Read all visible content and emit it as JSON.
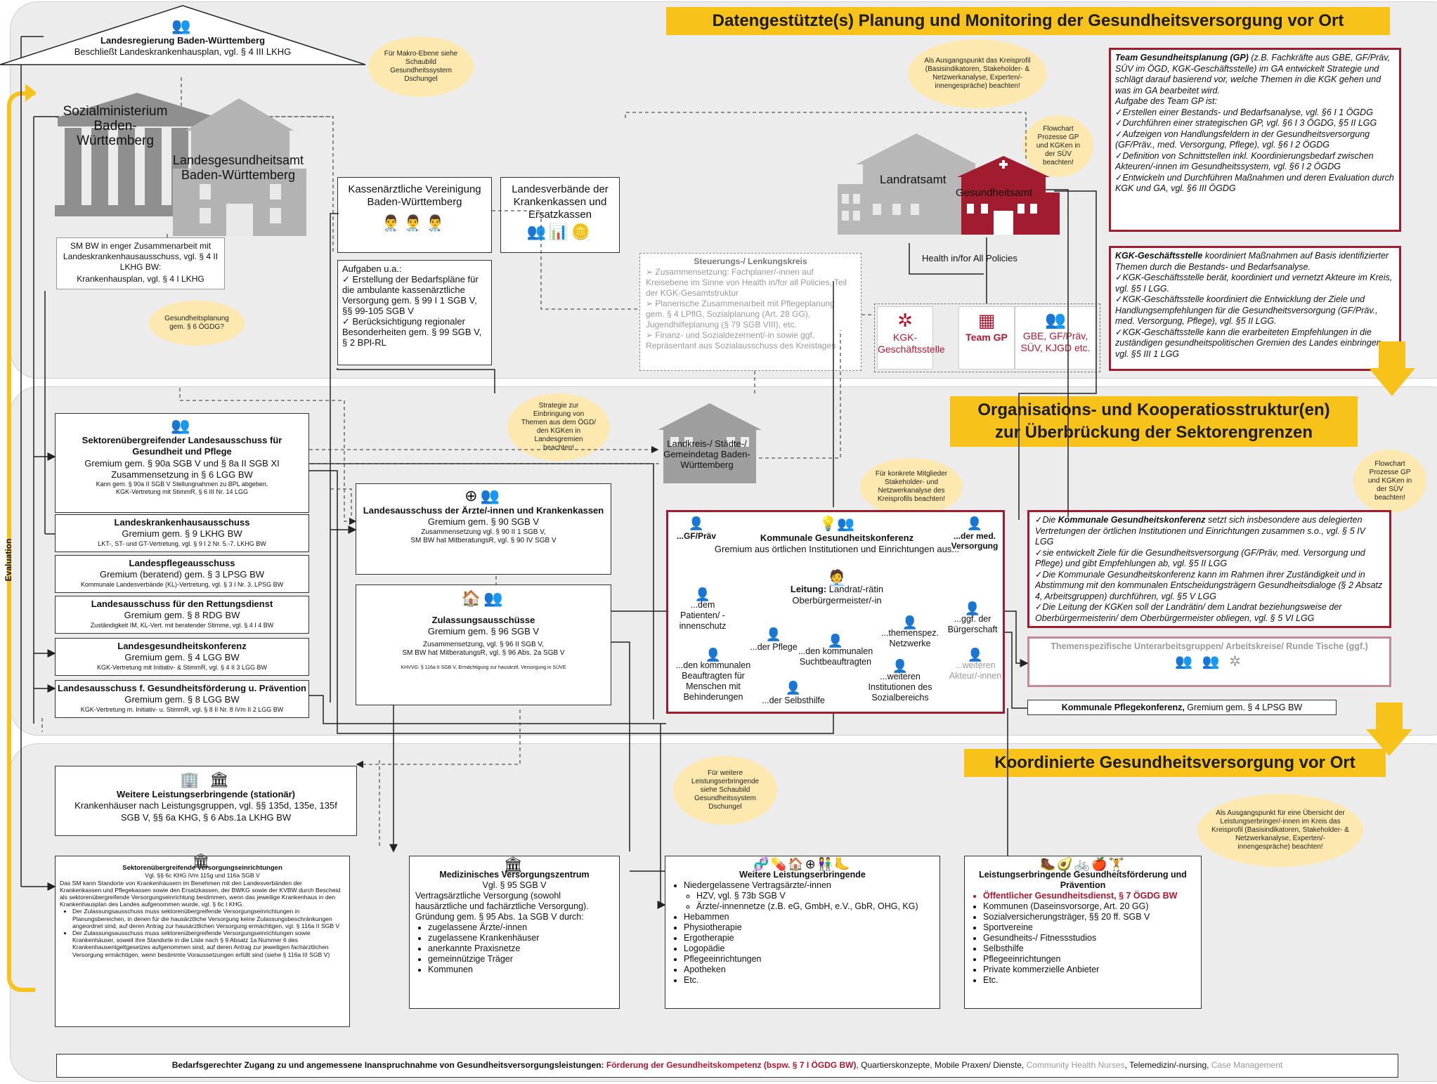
{
  "bands": {
    "top_title": "Datengestützte(s) Planung und Monitoring der Gesundheitsversorgung vor Ort",
    "middle_title_1": "Organisations- und Kooperatiosstruktur(en)",
    "middle_title_2": "zur Überbrückung der Sektorengrenzen",
    "bottom_title": "Koordinierte Gesundheitsversorgung vor Ort"
  },
  "evaluation_label": "Evaluation",
  "landesregierung": {
    "title": "Landesregierung Baden-Württemberg",
    "text": "Beschließt Landeskrankenhausplan, vgl. § 4 III LKHG"
  },
  "sozialministerium": "Sozialministerium Baden-Württemberg",
  "landesgesundheitsamt": "Landesgesundheitsamt Baden-Württemberg",
  "sm_box": {
    "line1": "SM BW in enger Zusammenarbeit mit Landeskrankenhausausschuss, vgl. § 4 II LKHG BW:",
    "line2": "Krankenhausplan, vgl. § 4 I LKHG"
  },
  "clouds": {
    "makro": "Für Makro-Ebene siehe Schaubild Gesundheitssystem Dschungel",
    "gesundheitsplanung": "Gesundheitsplanung gem. § 6 ÖGDG?",
    "ausgangspunkt": "Als Ausgangspunkt das Kreisprofil (Basisindikatoren, Stakeholder- & Netzwerkanalyse, Experten/-innengespräche) beachten!",
    "flowchart1": "Flowchart Prozesse GP und KGKen in der SÜV beachten!",
    "strategie": "Strategie zur Einbringung von Themen aus dem ÖGD/ den KGKen in Landesgremien beachten!",
    "konkrete": "Für konkrete Mitglieder Stakeholder- und Netzwerkanalyse des Kreisprofils beachten!",
    "flowchart2": "Flowchart Prozesse GP und KGKen in der SÜV beachten!",
    "weitere": "Für weitere Leistungserbringende siehe Schaubild Gesundheitssystem Dschungel",
    "uebersicht": "Als Ausgangspunkt für eine Übersicht der Leistungserbringer/-innen im Kreis das Kreisprofil (Basisindikatoren, Stakeholder- & Netzwerkanalyse, Experten/-innengespräche) beachten!"
  },
  "kv": {
    "title": "Kassenärztliche Vereinigung Baden-Württemberg",
    "aufgaben_title": "Aufgaben u.a.:",
    "aufgaben": [
      "Erstellung der Bedarfspläne für die ambulante kassenärztliche Versorgung gem. § 99 I 1 SGB V, §§ 99-105 SGB V",
      "Berücksichtigung regionaler Besonderheiten gem. § 99 SGB V, § 2 BPl-RL"
    ]
  },
  "landesverbaende": "Landesverbände der Krankenkassen und Ersatzkassen",
  "steuerung": {
    "title": "Steuerungs-/ Lenkungskreis",
    "items": [
      "Zusammensetzung: Fachplaner/-innen auf Kreisebene im Sinne von Health in/for all Policies, Teil der KGK-Gesamtstruktur",
      "Planerische Zusammenarbeit mit Pflegeplanung gem. § 4 LPflG, Sozialplanung (Art. 28 GG), Jugendhilfeplanung (§ 79 SGB VIII), etc.",
      "Finanz- und Sozialdezernent/-in sowie ggf. Repräsentant aus Sozialausschuss des Kreistages"
    ]
  },
  "landratsamt": "Landratsamt",
  "gesundheitsamt": "Gesundheitsamt",
  "health_policies": "Health in/for All Policies",
  "ga_units": {
    "kgk": "KGK-Geschäftsstelle",
    "teamgp": "Team GP",
    "gbe": "GBE, GF/Präv, SÜV, KJGD etc."
  },
  "team_gp_box": {
    "intro_bold": "Team Gesundheitsplanung (GP)",
    "intro": " (z.B. Fachkräfte aus GBE, GF/Präv, SÜV im ÖGD, KGK-Geschäftsstelle) im GA entwickelt Strategie und schlägt darauf basierend vor, welche Themen in die KGK gehen und was im GA bearbeitet wird.",
    "aufgabe": "Aufgabe des Team GP ist:",
    "items": [
      "Erstellen einer Bestands- und Bedarfsanalyse, vgl. §6 I 1 ÖGDG",
      "Durchführen einer strategischen GP, vgl. §6 I 3 ÖGDG, §5 II LGG",
      "Aufzeigen von Handlungsfeldern in der Gesundheitsversorgung (GF/Präv., med. Versorgung, Pflege), vgl. §6 I 2 ÖGDG",
      "Definition von Schnittstellen inkl. Koordinierungsbedarf zwischen Akteuren/-innen im Gesundheitssystem, vgl. §6 I 2 ÖGDG",
      "Entwickeln und Durchführen Maßnahmen und deren Evaluation durch KGK und GA, vgl. §6 III ÖGDG"
    ]
  },
  "kgk_gs_box": {
    "intro_bold": "KGK-Geschäftsstelle",
    "intro": " koordiniert Maßnahmen auf Basis identifizierter Themen durch die Bestands- und Bedarfsanalyse.",
    "items": [
      "KGK-Geschäftsstelle berät, koordiniert und vernetzt Akteure im Kreis, vgl. §5 I LGG.",
      "KGK-Geschäftsstelle koordiniert die Entwicklung der Ziele und Handlungsempfehlungen für die Gesundheitsversorgung (GF/Präv., med. Versorgung, Pflege), vgl. §5 II LGG.",
      "KGK-Geschäftsstelle kann die erarbeiteten Empfehlungen in die zuständigen gesundheitspolitischen Gremien des Landes einbringen, vgl. §5 III 1 LGG"
    ]
  },
  "ausschuesse": [
    {
      "title": "Sektorenübergreifender Landesausschuss für Gesundheit und Pflege",
      "lines": [
        "Gremium gem. § 90a SGB V und § 8a II SGB XI",
        "Zusammensetzung in § 6 LGG BW"
      ],
      "small": [
        "Kann gem. § 90a II SGB V Stellungnahmen zu BPL abgeben.",
        "KGK-Vertretung mit StimmR, § 6 III Nr. 14 LGG"
      ]
    },
    {
      "title": "Landeskrankenhausausschuss",
      "lines": [
        "Gremium gem. § 9 LKHG BW"
      ],
      "small": [
        "LKT-, ST- und GT-Vertretung, vgl. § 9 I 2 Nr. 5.-7. LKHG BW"
      ]
    },
    {
      "title": "Landespflegeausschuss",
      "lines": [
        "Gremium (beratend) gem. § 3 LPSG BW"
      ],
      "small": [
        "Kommunale Landesverbände (KL)-Vertretung, vgl. § 3 I Nr. 3. LPSG BW"
      ]
    },
    {
      "title": "Landesausschuss für den Rettungsdienst",
      "lines": [
        "Gremium gem. § 8 RDG BW"
      ],
      "small": [
        "Zuständigkeit IM, KL-Vert. mit beratender Stimme, vgl. § 4 I 4 BW"
      ]
    },
    {
      "title": "Landesgesundheitskonferenz",
      "lines": [
        "Gremium gem. § 4 LGG BW"
      ],
      "small": [
        "KGK-Vertretung mit Initiativ- & StimmR, vgl. § 4 II 3 LGG BW"
      ]
    },
    {
      "title": "Landesausschuss f. Gesundheitsförderung u. Prävention",
      "lines": [
        "Gremium gem. § 8 LGG BW"
      ],
      "small": [
        "KGK-Vertretung m. Initiativ- u. StimmR, vgl. § 8 II Nr. 8 iVm II 2 LGG BW"
      ]
    }
  ],
  "laek": {
    "title": "Landesausschuss der Ärzte/-innen und Krankenkassen",
    "line": "Gremium gem. § 90 SGB V",
    "small": [
      "Zusammensetzung vgl. § 90 II 1 SGB V,",
      "SM BW hat MitberatungsR, vgl. § 90 IV SGB V"
    ]
  },
  "zulassung": {
    "title": "Zulassungsausschüsse",
    "line": "Gremium gem. § 96 SGB V",
    "small": [
      "Zusammensetzung, vgl. § 96 II SGB V,",
      "SM BW hat MitberatungsR, vgl. § 96 Abs. 2a SGB V"
    ],
    "tiny": "KHVVG: § 116a II SGB V, Ermächtigung zur hausärztl. Versorgung in SÜVE"
  },
  "landkreistag": "Landkreis-/ Städte-/ Gemeindetag Baden-Württemberg",
  "kgk": {
    "gfpraev": "...GF/Präv",
    "medvers": "...der med. Versorgung",
    "title": "Kommunale Gesundheitskonferenz",
    "subtitle": "Gremium aus örtlichen Institutionen und Einrichtungen aus...",
    "leitung_bold": "Leitung:",
    "leitung": " Landrat/-rätin Oberbürgermeister/-in",
    "patienten": "...dem Patienten/ -innenschutz",
    "pflege": "...der Pflege",
    "themenspez": "...themenspez. Netzwerke",
    "buergerschaft": "...ggf. der Bürgerschaft",
    "beauftragten": "...den kommunalen Beauftragten für Menschen mit Behinderungen",
    "sucht": "...den kommunalen Suchtbeauftragten",
    "selbsthilfe": "...der Selbsthilfe",
    "sozial": "...weiteren Institutionen des Sozialbereichs",
    "akteure": "...weiteren Akteur/-innen"
  },
  "kgk_right_box": {
    "items": [
      {
        "pre": "Die ",
        "bold": "Kommunale Gesundheitskonferenz",
        "post": " setzt sich insbesondere aus delegierten Vertretungen der örtlichen Institutionen und Einrichtungen zusammen s.o., vgl. § 5 IV LGG"
      },
      {
        "pre": "sie entwickelt Ziele für die Gesundheitsversorgung (GF/Präv, med. Versorgung und Pflege) und gibt Empfehlungen ab, vgl. §5 II LGG",
        "bold": "",
        "post": ""
      },
      {
        "pre": "Die Kommunale Gesundheitskonferenz kann im Rahmen ihrer Zuständigkeit und in Abstimmung mit den kommunalen Entscheidungsträgern Gesundheitsdialoge (§ 2 Absatz 4, Arbeitsgruppen) durchführen, vgl. §5 V LGG",
        "bold": "",
        "post": ""
      },
      {
        "pre": "Die Leitung der KGKen soll der Landrätin/ dem Landrat beziehungsweise der Oberbürgermeisterin/ dem Oberbürgermeister obliegen, vgl. § 5 VI LGG",
        "bold": "",
        "post": ""
      }
    ]
  },
  "unterarbeitsgruppen": "Themenspezifische Unterarbeitsgruppen/ Arbeitskreise/ Runde Tische (ggf.)",
  "pflegekonferenz": {
    "bold": "Kommunale Pflegekonferenz,",
    "text": " Gremium gem. § 4 LPSG BW"
  },
  "stationaer": {
    "title": "Weitere Leistungserbringende (stationär)",
    "text": "Krankenhäuser nach Leistungsgruppen, vgl. §§ 135d, 135e, 135f SGB V, §§ 6a KHG, § 6 Abs.1a LKHG BW"
  },
  "suev": {
    "title": "Sektorenübergreifende Versorgungseinrichtungen",
    "sub": "Vgl. §§ 6c KHG iVm 115g und 116a SGB V",
    "para": "Das SM kann Standorte von Krankenhäusern im Benehmen mit den Landesverbänden der Krankenkassen und Pflegekassen sowie den Ersatzkassen, der BWKG sowie der KVBW durch Bescheid als sektorenübergreifende Versorgungseinrichtung bestimmen, wenn das jeweilige Krankenhaus in den Krankenhausplan des Landes aufgenommen wurde, vgl. § 6c I KHG.",
    "bullets": [
      "Der Zulassungsausschuss muss sektorenübergreifende Versorgungseinrichtungen in Planungsbereichen, in denen für die hausärztliche Versorgung keine Zulassungsbeschränkungen angeordnet sind, auf deren Antrag zur hausärztlichen Versorgung ermächtigen, vgl. § 116a II SGB V",
      "Der Zulassungsausschuss muss sektorenübergreifende Versorgungseinrichtungen sowie Krankenhäuser, soweit ihre Standorte in die Liste nach § 9 Absatz 1a Nummer 6 des Krankenhausentgeltgesetzes aufgenommen sind, auf deren Antrag zur jeweiligen fachärztlichen Versorgung ermächtigen, wenn bestimmte Voraussetzungen erfüllt sind (siehe § 116a III SGB V)"
    ]
  },
  "mvz": {
    "title": "Medizinisches Versorgungszentrum",
    "sub": "Vgl. § 95 SGB V",
    "text": "Vertragsärztliche Versorgung (sowohl hausärztliche und fachärztliche Versorgung). Gründung gem. § 95 Abs. 1a SGB V durch:",
    "items": [
      "zugelassene Ärzte/-innen",
      "zugelassene Krankenhäuser",
      "anerkannte Praxisnetze",
      "gemeinnützige Träger",
      "Kommunen"
    ]
  },
  "weitere": {
    "title": "Weitere Leistungserbringende",
    "items": [
      "Niedergelassene Vertragsärzte/-innen"
    ],
    "subitems": [
      "HZV, vgl. § 73b SGB V",
      "Ärzte/-innennetze (z.B. eG, GmbH, e.V., GbR, OHG, KG)"
    ],
    "items2": [
      "Hebammen",
      "Physiotherapie",
      "Ergotherapie",
      "Logopädie",
      "Pflegeeinrichtungen",
      "Apotheken",
      "Etc."
    ]
  },
  "praevention": {
    "title": "Leistungserbringende Gesundheitsförderung und Prävention",
    "red_item": "Öffentlicher Gesundheitsdienst, § 7 ÖGDG BW",
    "items": [
      "Kommunen (Daseinsvorsorge, Art. 20 GG)",
      "Sozialversicherungsträger, §§ 20 ff. SGB V",
      "Sportvereine",
      "Gesundheits-/ Fitnessstudios",
      "Selbsthilfe",
      "Pflegeeinrichtungen",
      "Private kommerzielle Anbieter",
      "Etc."
    ]
  },
  "footer": {
    "bold": "Bedarfsgerechter Zugang zu und angemessene Inanspruchnahme von Gesundheitsversorgungsleistungen:",
    "red": "Förderung der Gesundheitskompetenz (bspw. § 7 I ÖGDG BW)",
    "black": ", Quartierskonzepte, Mobile Praxen/ Dienste,",
    "grey1": "Community Health Nurses",
    "black2": ", Telemedizin/-nursing,",
    "grey2": "Case Management"
  },
  "colors": {
    "accent": "#f7c21a",
    "red": "#a01c2e",
    "band": "#ececec"
  }
}
